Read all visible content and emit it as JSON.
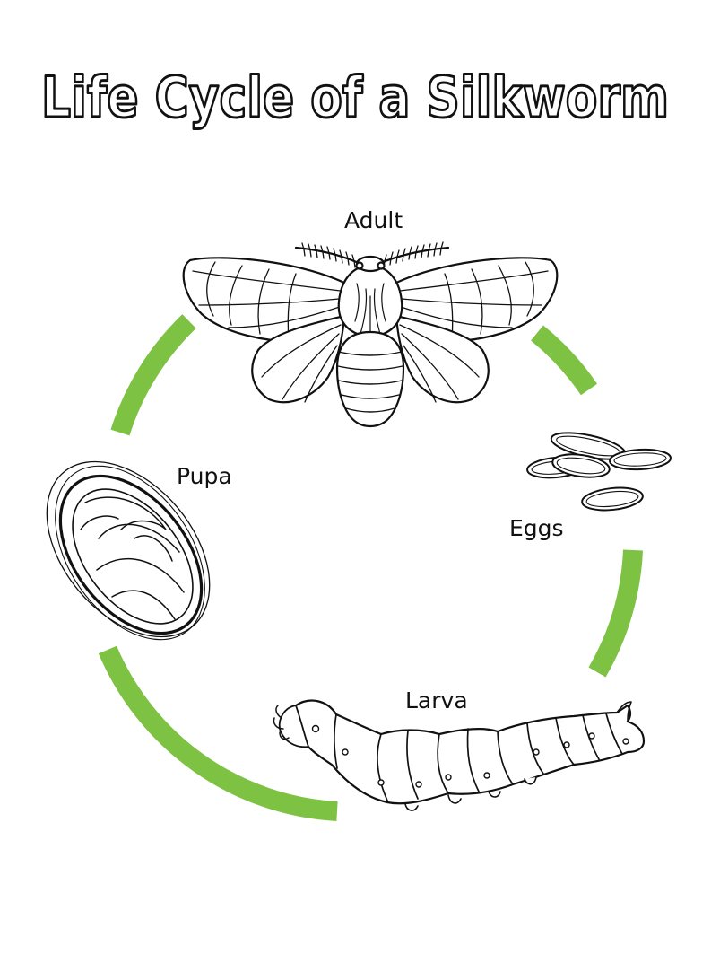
{
  "title": "Life Cycle of a Silkworm",
  "stages": {
    "adult": "Adult",
    "eggs": "Eggs",
    "larva": "Larva",
    "pupa": "Pupa"
  },
  "colors": {
    "cycle_arrow": "#7dc242",
    "outline": "#111111"
  }
}
